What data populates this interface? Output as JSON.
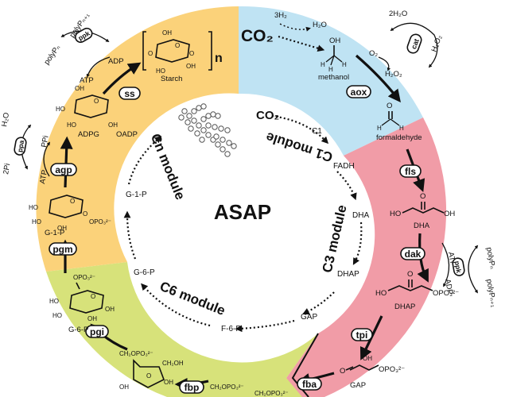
{
  "center_title": "ASAP",
  "co2_main": "CO₂",
  "modules": {
    "c1": "C1 module",
    "c3": "C3 module",
    "c6": "C6 module",
    "cn": "Cn module"
  },
  "inner_cycle": {
    "co2": "CO₂",
    "c1": "C1",
    "fadh": "FADH",
    "dha": "DHA",
    "dhap": "DHAP",
    "gap": "GAP",
    "f6p": "F-6-P",
    "g6p": "G-6-P",
    "g1p": "G-1-P"
  },
  "enzymes": {
    "aox": "aox",
    "cat": "cat",
    "fls": "fls",
    "dak": "dak",
    "ppk_right": "ppk",
    "tpi": "tpi",
    "fba": "fba",
    "fbp": "fbp",
    "pgi": "pgi",
    "pgm": "pgm",
    "agp": "agp",
    "ppa": "ppa",
    "ss": "ss",
    "ppk_left": "ppk"
  },
  "c1_side": {
    "h2_3": "3H₂",
    "h2o": "H₂O",
    "two_h2o": "2H₂O",
    "h2o2_top": "H₂O₂",
    "o2": "O₂",
    "h2o2_mid": "H₂O₂",
    "methanol": "methanol",
    "formaldehyde": "formaldehyde"
  },
  "c3_side": {
    "dha": "DHA",
    "atp": "ATP",
    "adp": "ADP",
    "polyp_n": "polyPₙ",
    "polyp_n1": "polyPₙ₊₁",
    "dhap": "DHAP",
    "gap": "GAP",
    "opo3_dhap": "OPO₃²⁻",
    "opo3_gap": "OPO₃²⁻"
  },
  "c6_side": {
    "g6p": "G-6-P",
    "opo3_g6p": "OPO₃²⁻",
    "ch2opo3": "CH₂OPO₃²⁻",
    "ch2oh": "CH₂OH",
    "ch2opo3_b": "CH₂OPO₃²⁻",
    "ch2opo3_c": "CH₂OPO₃²⁻"
  },
  "cn_side": {
    "g1p": "G-1-P",
    "opo3_g1p": "OPO₃²⁻",
    "adpg": "ADPG",
    "oadp": "OADP",
    "ppi": "PPi",
    "atp_agp": "ATP",
    "h2o": "H₂O",
    "two_pi": "2Pi",
    "atp_ss": "ATP",
    "adp_ss": "ADP",
    "polyp_n": "polyPₙ",
    "polyp_n1": "polyPₙ₊₁",
    "starch": "Starch",
    "n": "n"
  },
  "colors": {
    "c1_sector": "#bfe3f3",
    "c3_sector": "#f19ca7",
    "c6_sector": "#d7e27a",
    "cn_sector": "#fbd27a",
    "co2_red": "#e0261b"
  }
}
